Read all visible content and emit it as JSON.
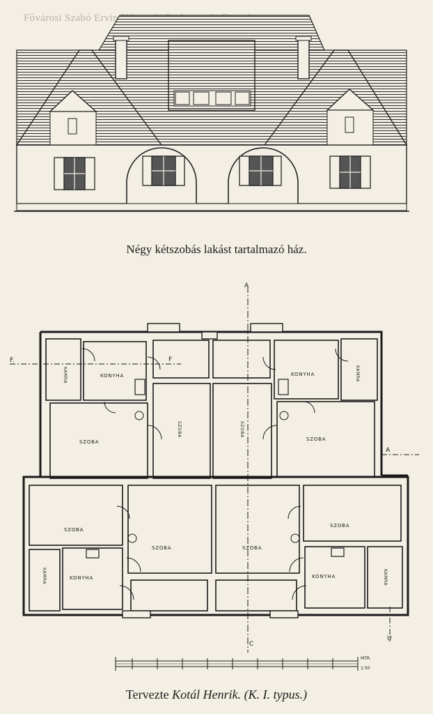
{
  "watermark": "Fővárosi Szabó Ervin Könyvtár Budapest Gyűjtemény",
  "elevation_caption": "Négy kétszobás lakást tartalmazó ház.",
  "credit": {
    "prefix": "Tervezte ",
    "architect": "Kotál Henrik.",
    "type": "(K. I. typus.)"
  },
  "rooms": {
    "konyha": "KONYHA",
    "szoba": "SZOBA",
    "kamra": "KAMRA"
  },
  "section_marks": {
    "top_center": "A",
    "left": "F.",
    "inner": "F",
    "right": "A",
    "bottom_center": "C",
    "bottom_right": "U"
  },
  "scale_units": {
    "mtr": "MTR.",
    "ratio": "1:50"
  }
}
